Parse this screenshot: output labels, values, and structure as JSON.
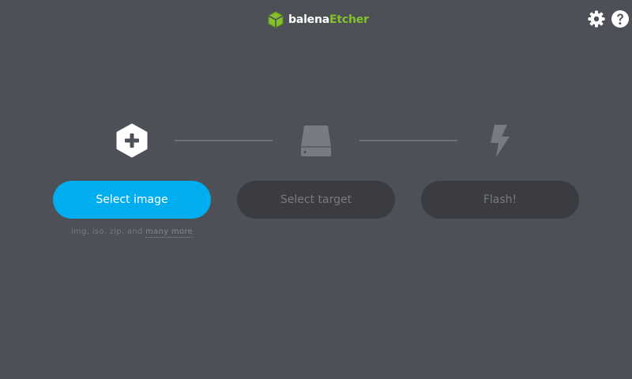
{
  "app": {
    "brand_part1": "balena",
    "brand_part2": "Etcher",
    "brand_color": "#85c12d",
    "background_color": "#4d5057"
  },
  "header": {
    "settings_icon": "gear-icon",
    "help_icon": "question-circle-icon"
  },
  "steps": [
    {
      "icon": "plus-hexagon-icon",
      "button_label": "Select image",
      "enabled": true,
      "accent": "#00aeef"
    },
    {
      "icon": "drive-icon",
      "button_label": "Select target",
      "enabled": false
    },
    {
      "icon": "lightning-bolt-icon",
      "button_label": "Flash!",
      "enabled": false
    }
  ],
  "image_formats": {
    "prefix": "img, iso, zip, and ",
    "link": "many more"
  }
}
